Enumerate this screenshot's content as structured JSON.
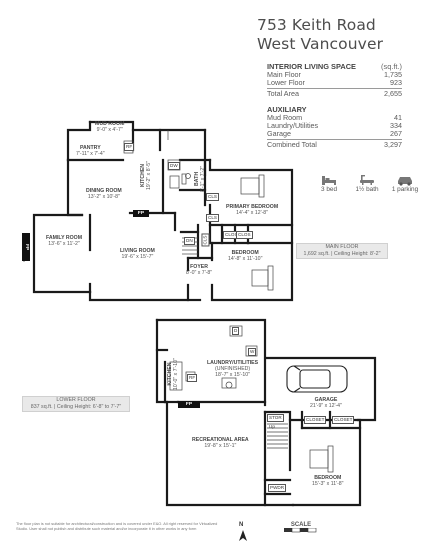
{
  "address": {
    "line1": "753 Keith Road",
    "line2": "West Vancouver"
  },
  "interior": {
    "heading": "INTERIOR LIVING SPACE",
    "unit": "(sq.ft.)",
    "rows": [
      {
        "label": "Main Floor",
        "value": "1,735"
      },
      {
        "label": "Lower Floor",
        "value": "923"
      }
    ],
    "total_label": "Total Area",
    "total_value": "2,655"
  },
  "auxiliary": {
    "heading": "AUXILIARY",
    "rows": [
      {
        "label": "Mud Room",
        "value": "41"
      },
      {
        "label": "Laundry/Utilities",
        "value": "334"
      },
      {
        "label": "Garage",
        "value": "267"
      }
    ],
    "total_label": "Combined Total",
    "total_value": "3,297"
  },
  "stats": {
    "bed": "3 bed",
    "bath": "1½ bath",
    "parking": "1 parking"
  },
  "rooms": {
    "mud": {
      "name": "MUD ROOM",
      "dim": "9'-0\" x 4'-7\""
    },
    "pantry": {
      "name": "PANTRY",
      "dim": "7'-11\" x 7'-4\""
    },
    "kitchen": {
      "name": "KITCHEN",
      "dim": "19'-2\" x 8'-5\""
    },
    "bath": {
      "name": "BATH",
      "dim": "8'-1\" x 7'-2\""
    },
    "dining": {
      "name": "DINING ROOM",
      "dim": "13'-2\" x 10'-8\""
    },
    "primary": {
      "name": "PRIMARY BEDROOM",
      "dim": "14'-4\" x 12'-8\""
    },
    "family": {
      "name": "FAMILY ROOM",
      "dim": "13'-6\" x 11'-2\""
    },
    "living": {
      "name": "LIVING ROOM",
      "dim": "19'-6\" x 15'-7\""
    },
    "bedroom_main": {
      "name": "BEDROOM",
      "dim": "14'-8\" x 11'-10\""
    },
    "foyer": {
      "name": "FOYER",
      "dim": "8'-0\" x 7'-8\""
    },
    "laundry": {
      "name": "LAUNDRY/UTILITIES",
      "sub": "(UNFINISHED)",
      "dim": "18'-7\" x 15'-10\""
    },
    "kitchen_lower": {
      "name": "KITCHEN",
      "dim": "10'-0\" x 7'-10\""
    },
    "garage": {
      "name": "GARAGE",
      "dim": "21'-9\" x 12'-4\""
    },
    "rec": {
      "name": "RECREATIONAL AREA",
      "dim": "19'-8\" x 15'-1\""
    },
    "bedroom_lower": {
      "name": "BEDROOM",
      "dim": "15'-3\" x 11'-8\""
    }
  },
  "tags": {
    "rf": "RF",
    "dw": "DW",
    "cls": "CLS",
    "clos": "CLOS",
    "closet": "CLOSET",
    "fp": "FP",
    "dn": "DN",
    "up": "Up",
    "d": "D",
    "w": "W",
    "stor": "STOR",
    "pwdr": "PWDR"
  },
  "main_floor": {
    "label": "MAIN FLOOR",
    "detail": "1,692 sq.ft. | Ceiling Height: 8'-2\""
  },
  "lower_floor": {
    "label": "LOWER FLOOR",
    "detail": "837 sq.ft. | Ceiling Height: 6'-8\" to 7'-7\""
  },
  "disclaimer": "The floor plan is not suitable for architectural/construction and is covered under E&O. All right reserved for Virtualized Studio. User shall not publish and distribute such material and/or incorporate it in other works in any form",
  "north": "N",
  "scale": "SCALE",
  "colors": {
    "wall": "#1a1a1a",
    "text": "#4d4d4d",
    "floorbox": "#e9e9e9"
  }
}
